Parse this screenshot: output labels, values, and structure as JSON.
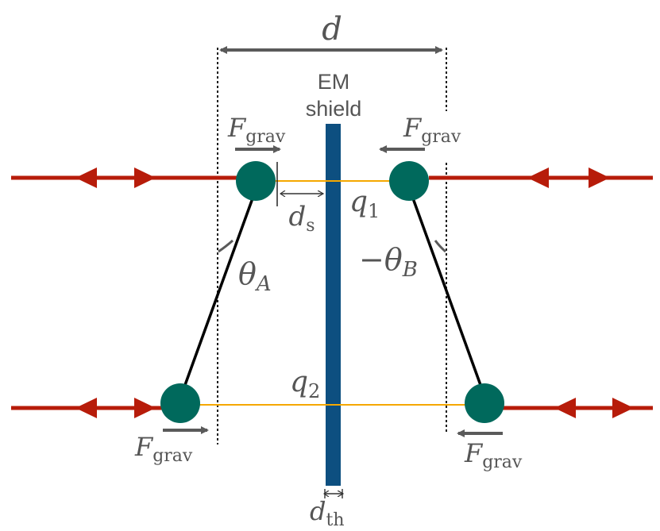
{
  "labels": {
    "d": "d",
    "em_line1": "EM",
    "em_line2": "shield",
    "F": "F",
    "grav": "grav",
    "q": "q",
    "q1_sub": "1",
    "q2_sub": "2",
    "ds_main": "d",
    "ds_sub": "s",
    "theta": "θ",
    "thetaA_sub": "A",
    "thetaB_minus": "−",
    "thetaB_sub": "B",
    "dth_main": "d",
    "dth_sub": "th"
  },
  "colors": {
    "beam": "#b71c0a",
    "mass": "#00695c",
    "shield": "#0d4f80",
    "q_link": "#f5a800",
    "arrow_gray": "#5a5a5a",
    "string": "#000000"
  }
}
